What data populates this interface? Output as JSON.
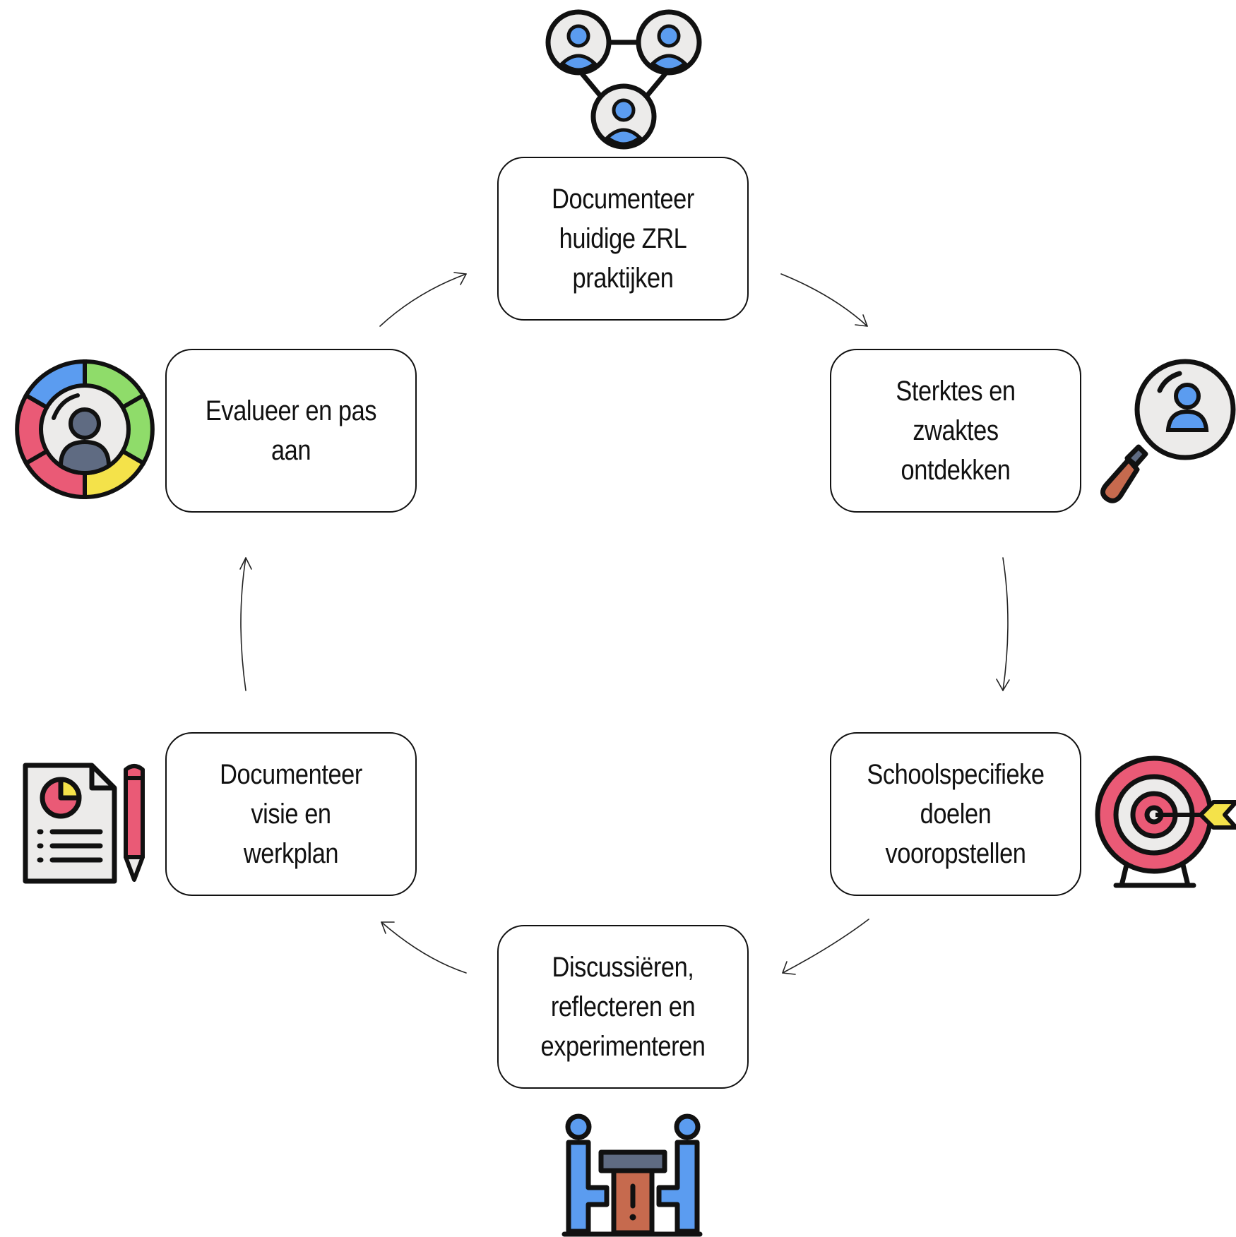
{
  "steps": [
    {
      "id": "top",
      "label": "Documenteer\nhuidige ZRL\npraktijken",
      "icon": "people-network-icon"
    },
    {
      "id": "right-upper",
      "label": "Sterktes en\nzwaktes\nontdekken",
      "icon": "magnifier-user-icon"
    },
    {
      "id": "right-lower",
      "label": "Schoolspecifieke\ndoelen\nvooropstellen",
      "icon": "target-arrow-icon"
    },
    {
      "id": "bottom",
      "label": "Discussiëren,\nreflecteren en\nexperimenteren",
      "icon": "meeting-table-icon"
    },
    {
      "id": "left-lower",
      "label": "Documenteer\nvisie en\nwerkplan",
      "icon": "document-pencil-icon"
    },
    {
      "id": "left-upper",
      "label": "Evalueer en pas\naan",
      "icon": "evaluation-wheel-icon"
    }
  ],
  "colors": {
    "stroke": "#111111",
    "blue": "#5b9cf0",
    "gray_fill": "#ecebea",
    "red": "#ea5a76",
    "yellow": "#f4e24a",
    "green": "#8fdc6a",
    "brown": "#c66a4e",
    "slate": "#5f6b82"
  }
}
